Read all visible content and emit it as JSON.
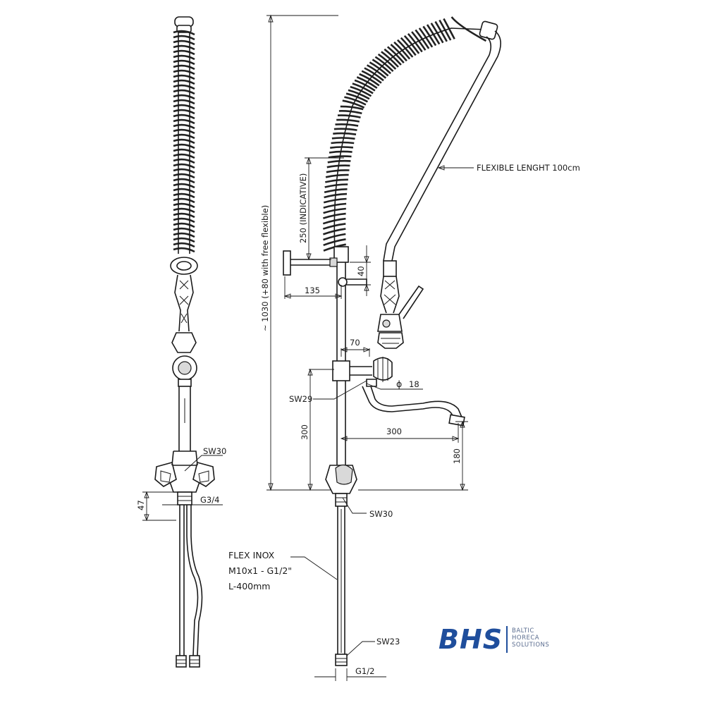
{
  "labels": {
    "sw30_left": "SW30",
    "g34": "G3/4",
    "dim_47": "47",
    "dim_1030": "~ 1030 (+80 with free flexible)",
    "dim_250": "250 (INDICATIVE)",
    "dim_40": "40",
    "dim_135": "135",
    "dim_70": "70",
    "flexible_length": "FLEXIBLE LENGHT 100cm",
    "phi": "ϕ",
    "dim_18": "18",
    "sw29": "SW29",
    "dim_300_v": "300",
    "dim_300_h": "300",
    "dim_180": "180",
    "sw30_right": "SW30",
    "flex_line1": "FLEX INOX",
    "flex_line2": "M10x1 - G1/2\"",
    "flex_line3": "L-400mm",
    "sw23": "SW23",
    "g12": "G1/2"
  },
  "logo": {
    "mark": "BHS",
    "line1": "BALTIC",
    "line2": "HORECA",
    "line3": "SOLUTIONS",
    "color": "#1f4e9c"
  }
}
